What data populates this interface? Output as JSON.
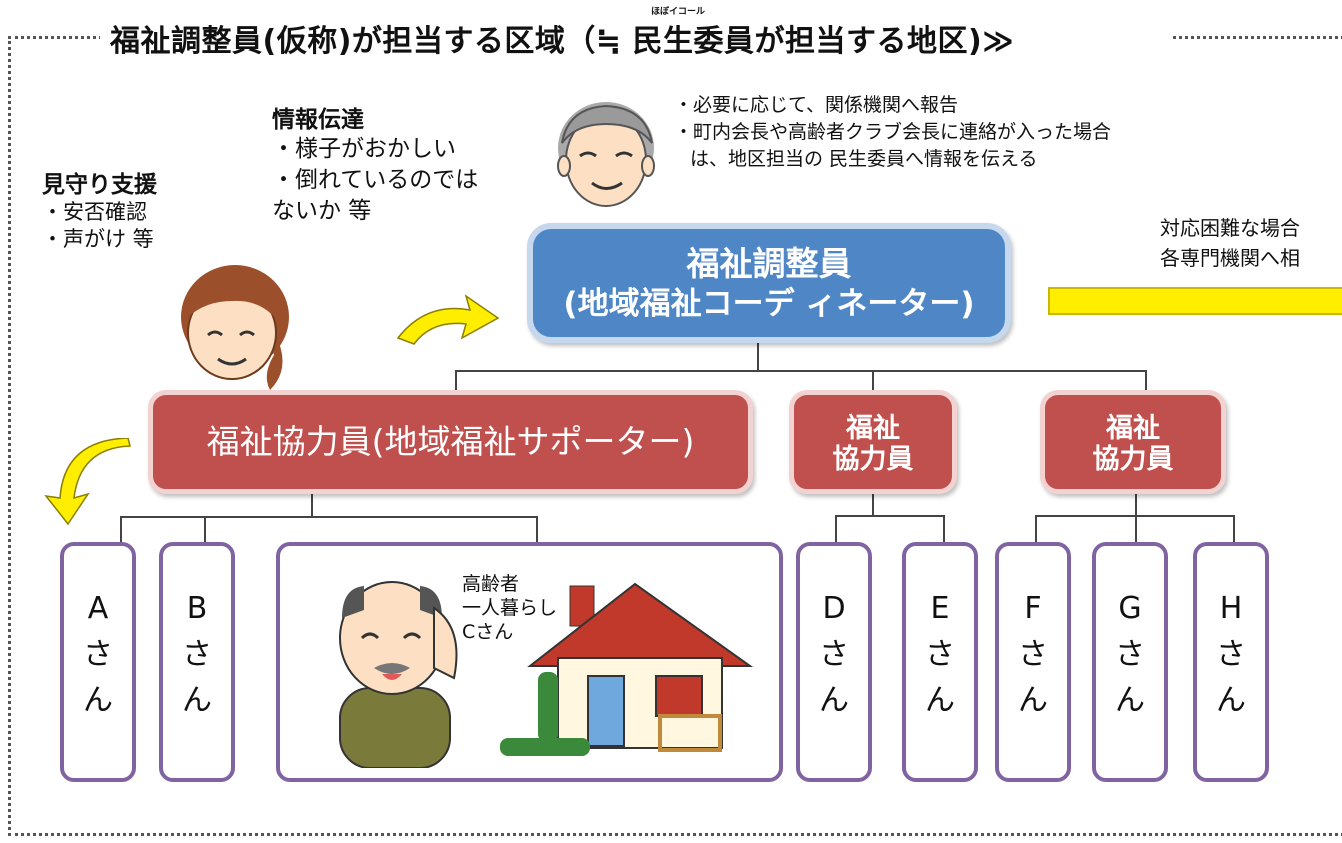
{
  "title": "福祉調整員(仮称)が担当する区域（≒ 民生委員が担当する地区)≫",
  "title_ruby": "ほぼイコール",
  "mimamori": {
    "heading": "見守り支援",
    "items": [
      "・安否確認",
      "・声がけ 等"
    ]
  },
  "joho": {
    "heading": "情報伝達",
    "lines": [
      "・様子がおかしい",
      "・倒れているのでは",
      "ないか 等"
    ]
  },
  "coordinator_notes": [
    "・必要に応じて、関係機関へ報告",
    "・町内会長や高齢者クラブ会長に連絡が入った場合",
    "は、地区担当の 民生委員へ情報を伝える"
  ],
  "difficult": [
    "対応困難な場合",
    "各専門機関へ相"
  ],
  "coordinator_box": {
    "line1": "福祉調整員",
    "line2": "(地域福祉コーデ ィネーター)"
  },
  "supporter_main": "福祉協力員(地域福祉サポーター)",
  "supporter_small": {
    "line1": "福祉",
    "line2": "協力員"
  },
  "persons": {
    "a": [
      "A",
      "さ",
      "ん"
    ],
    "b": [
      "B",
      "さ",
      "ん"
    ],
    "d": [
      "D",
      "さ",
      "ん"
    ],
    "e": [
      "E",
      "さ",
      "ん"
    ],
    "f": [
      "F",
      "さ",
      "ん"
    ],
    "g": [
      "G",
      "さ",
      "ん"
    ],
    "h": [
      "H",
      "さ",
      "ん"
    ]
  },
  "elderly": [
    "高齢者",
    "一人暮らし",
    "Cさん"
  ],
  "colors": {
    "coordinator": "#4f86c6",
    "supporter": "#c0504d",
    "person_border": "#8064a2",
    "arrow": "#ffee00"
  }
}
